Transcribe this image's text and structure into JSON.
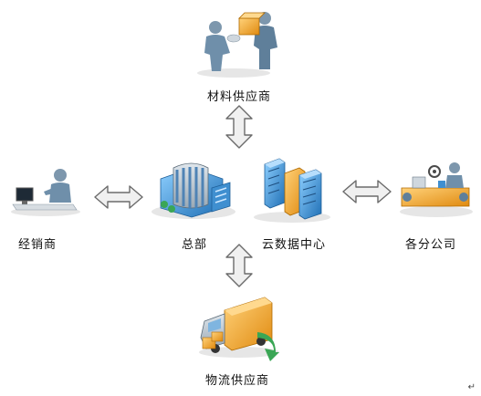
{
  "nodes": {
    "material_supplier": "材料供应商",
    "dealer": "经销商",
    "headquarters": "总部",
    "cloud_data_center": "云数据中心",
    "branch_companies": "各分公司",
    "logistics_supplier": "物流供应商"
  },
  "corner_mark": "↵",
  "colors": {
    "arrow_fill": "#f0f0f0",
    "arrow_stroke": "#6b6b6b",
    "figure": "#6f8faa",
    "building_blue": "#3f8fd0",
    "truck_orange": "#f0a030",
    "green": "#3aa655"
  }
}
